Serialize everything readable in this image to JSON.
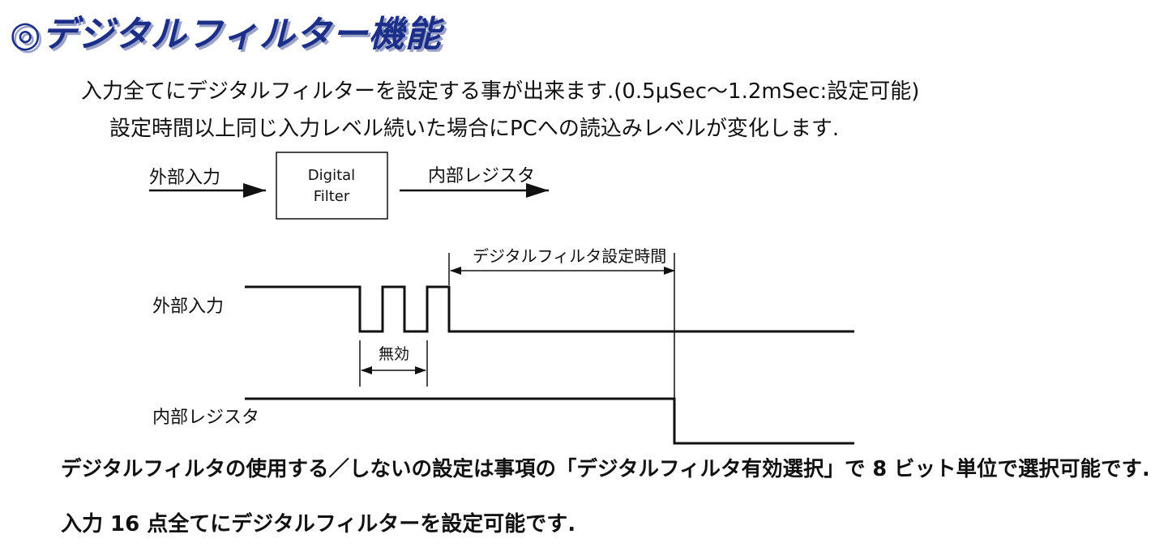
{
  "title": "◎デジタルフィルター機能",
  "intro": {
    "line1": "入力全てにデジタルフィルターを設定する事が出来ます.(0.5μSec～1.2mSec:設定可能)",
    "line2": "設定時間以上同じ入力レベル続いた場合にPCへの読込みレベルが変化します."
  },
  "block_diagram": {
    "input_label": "外部入力",
    "filter_line1": "Digital",
    "filter_line2": "Filter",
    "output_label": "内部レジスタ"
  },
  "timing": {
    "setting_time_label": "デジタルフィルタ設定時間",
    "external_input_label": "外部入力",
    "invalid_label": "無効",
    "internal_register_label": "内部レジスタ"
  },
  "notes": {
    "line1": "デジタルフィルタの使用する／しないの設定は事項の「デジタルフィルタ有効選択」で 8 ビット単位で選択可能です.",
    "line2": "入力 16 点全てにデジタルフィルターを設定可能です."
  },
  "colors": {
    "title": "#1b2f88",
    "title_shadow": "#9aa2c8",
    "line": "#111111"
  }
}
